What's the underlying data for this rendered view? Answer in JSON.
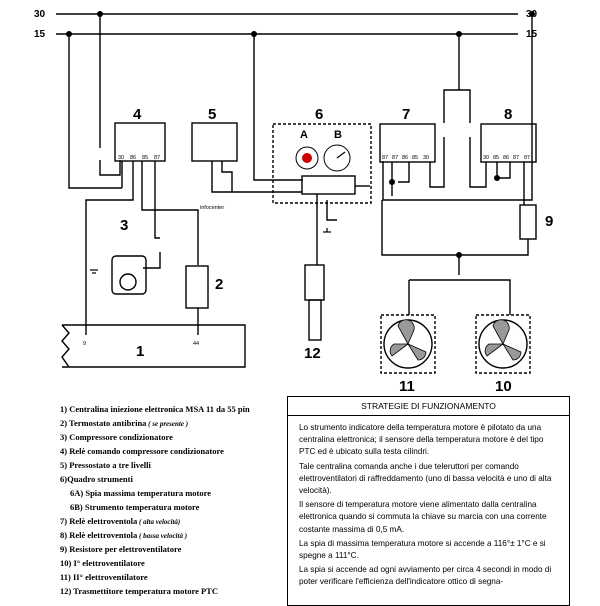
{
  "rails": {
    "top_left": "30",
    "top_right": "30",
    "second_left": "15",
    "second_right": "15"
  },
  "component_numbers": {
    "n1": "1",
    "n2": "2",
    "n3": "3",
    "n4": "4",
    "n5": "5",
    "n6": "6",
    "n7": "7",
    "n8": "8",
    "n9": "9",
    "n10": "10",
    "n11": "11",
    "n12": "12"
  },
  "pin_labels": {
    "relay4": [
      "30",
      "86",
      "85",
      "87"
    ],
    "relay7": [
      "87",
      "87",
      "86",
      "85",
      "30"
    ],
    "relay8": [
      "30",
      "85",
      "86",
      "87",
      "87"
    ],
    "ecu_pin_9": "9",
    "ecu_pin_44": "44"
  },
  "gauge_labels": {
    "a": "A",
    "b": "B"
  },
  "interconnect_label": "infocenter",
  "legend": [
    {
      "text": "1) Centralina iniezione elettronica MSA 11 da 55 pin",
      "note": ""
    },
    {
      "text": "2) Termostato antibrina",
      "note": "( se presente )"
    },
    {
      "text": "3) Compressore condizionatore",
      "note": ""
    },
    {
      "text": "4)  Relè comando compressore condizionatore",
      "note": ""
    },
    {
      "text": "5) Pressostato a tre livelli",
      "note": ""
    },
    {
      "text": "6)Quadro strumenti",
      "note": ""
    },
    {
      "text": "6A) Spia massima temperatura motore",
      "note": "",
      "sub": true
    },
    {
      "text": "6B) Strumento temperatura motore",
      "note": "",
      "sub": true
    },
    {
      "text": "7) Relè elettroventola",
      "note": "( alta velocità)"
    },
    {
      "text": " 8) Relè elettroventola",
      "note": "( bassa velocità )"
    },
    {
      "text": "9) Resistore per elettroventilatore",
      "note": ""
    },
    {
      "text": "10) I° elettroventilatore",
      "note": ""
    },
    {
      "text": "11) II° elettroventilatore",
      "note": ""
    },
    {
      "text": "12) Trasmettitore temperatura motore PTC",
      "note": ""
    }
  ],
  "strategy": {
    "title": "STRATEGIE DI FUNZIONAMENTO",
    "paragraphs": [
      "Lo strumento indicatore della temperatura motore è pilotato da una centralina elettronica; il sensore della temperatura motore è del tipo PTC ed è ubicato sulla testa cilindri.",
      "Tale centralina comanda anche i due teleruttori per comando elettroventilatori di raffreddamento (uno di bassa velocità e uno di alta velocità).",
      "Il sensore di temperatura motore viene alimentato dalla centralina elettronica quando si commuta la chiave su marcia con una corrente costante massima di 0,5 mA.",
      "La spia di massima temperatura motore si accende a 116°± 1°C e si spegne a 111°C.",
      "La spia si accende ad ogni avviamento per circa 4 secondi in modo di poter verificare l'efficienza dell'indicatore ottico di segna-"
    ]
  }
}
